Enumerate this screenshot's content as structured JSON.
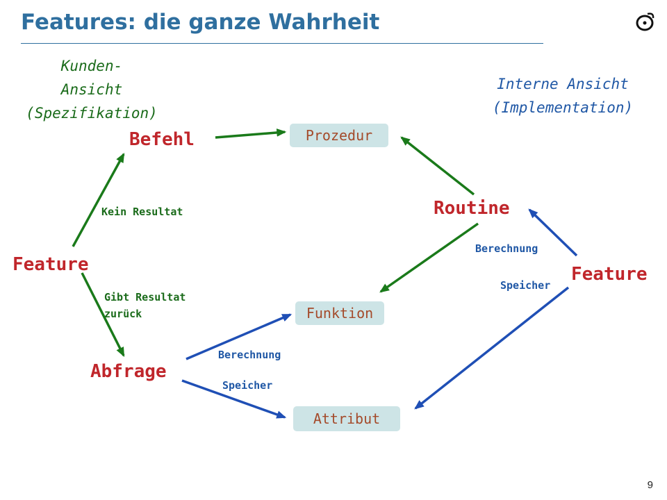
{
  "slide": {
    "title": "Features: die ganze Wahrheit",
    "page_number": "9",
    "logo_icon": "eiffel-logo-icon"
  },
  "client_view": {
    "lines": [
      "Kunden-",
      "Ansicht",
      "(Spezifikation)"
    ]
  },
  "internal_view": {
    "lines": [
      "Interne Ansicht",
      "(Implementation)"
    ]
  },
  "nodes": {
    "feature_left": "Feature",
    "befehl": "Befehl",
    "abfrage": "Abfrage",
    "routine": "Routine",
    "feature_right": "Feature"
  },
  "boxes": {
    "prozedur": "Prozedur",
    "funktion": "Funktion",
    "attribut": "Attribut"
  },
  "edge_labels": {
    "kein_resultat": "Kein Resultat",
    "gibt_resultat": [
      "Gibt Resultat",
      "zurück"
    ],
    "berechnung_left": "Berechnung",
    "speicher_left": "Speicher",
    "berechnung_right": "Berechnung",
    "speicher_right": "Speicher"
  },
  "colors": {
    "title": "#2f6f9f",
    "green_arrow": "#1a7a1a",
    "blue_arrow": "#1f4fb5",
    "node_red": "#c0262b",
    "box_fill": "#cde4e6",
    "box_text": "#a44a2a"
  }
}
